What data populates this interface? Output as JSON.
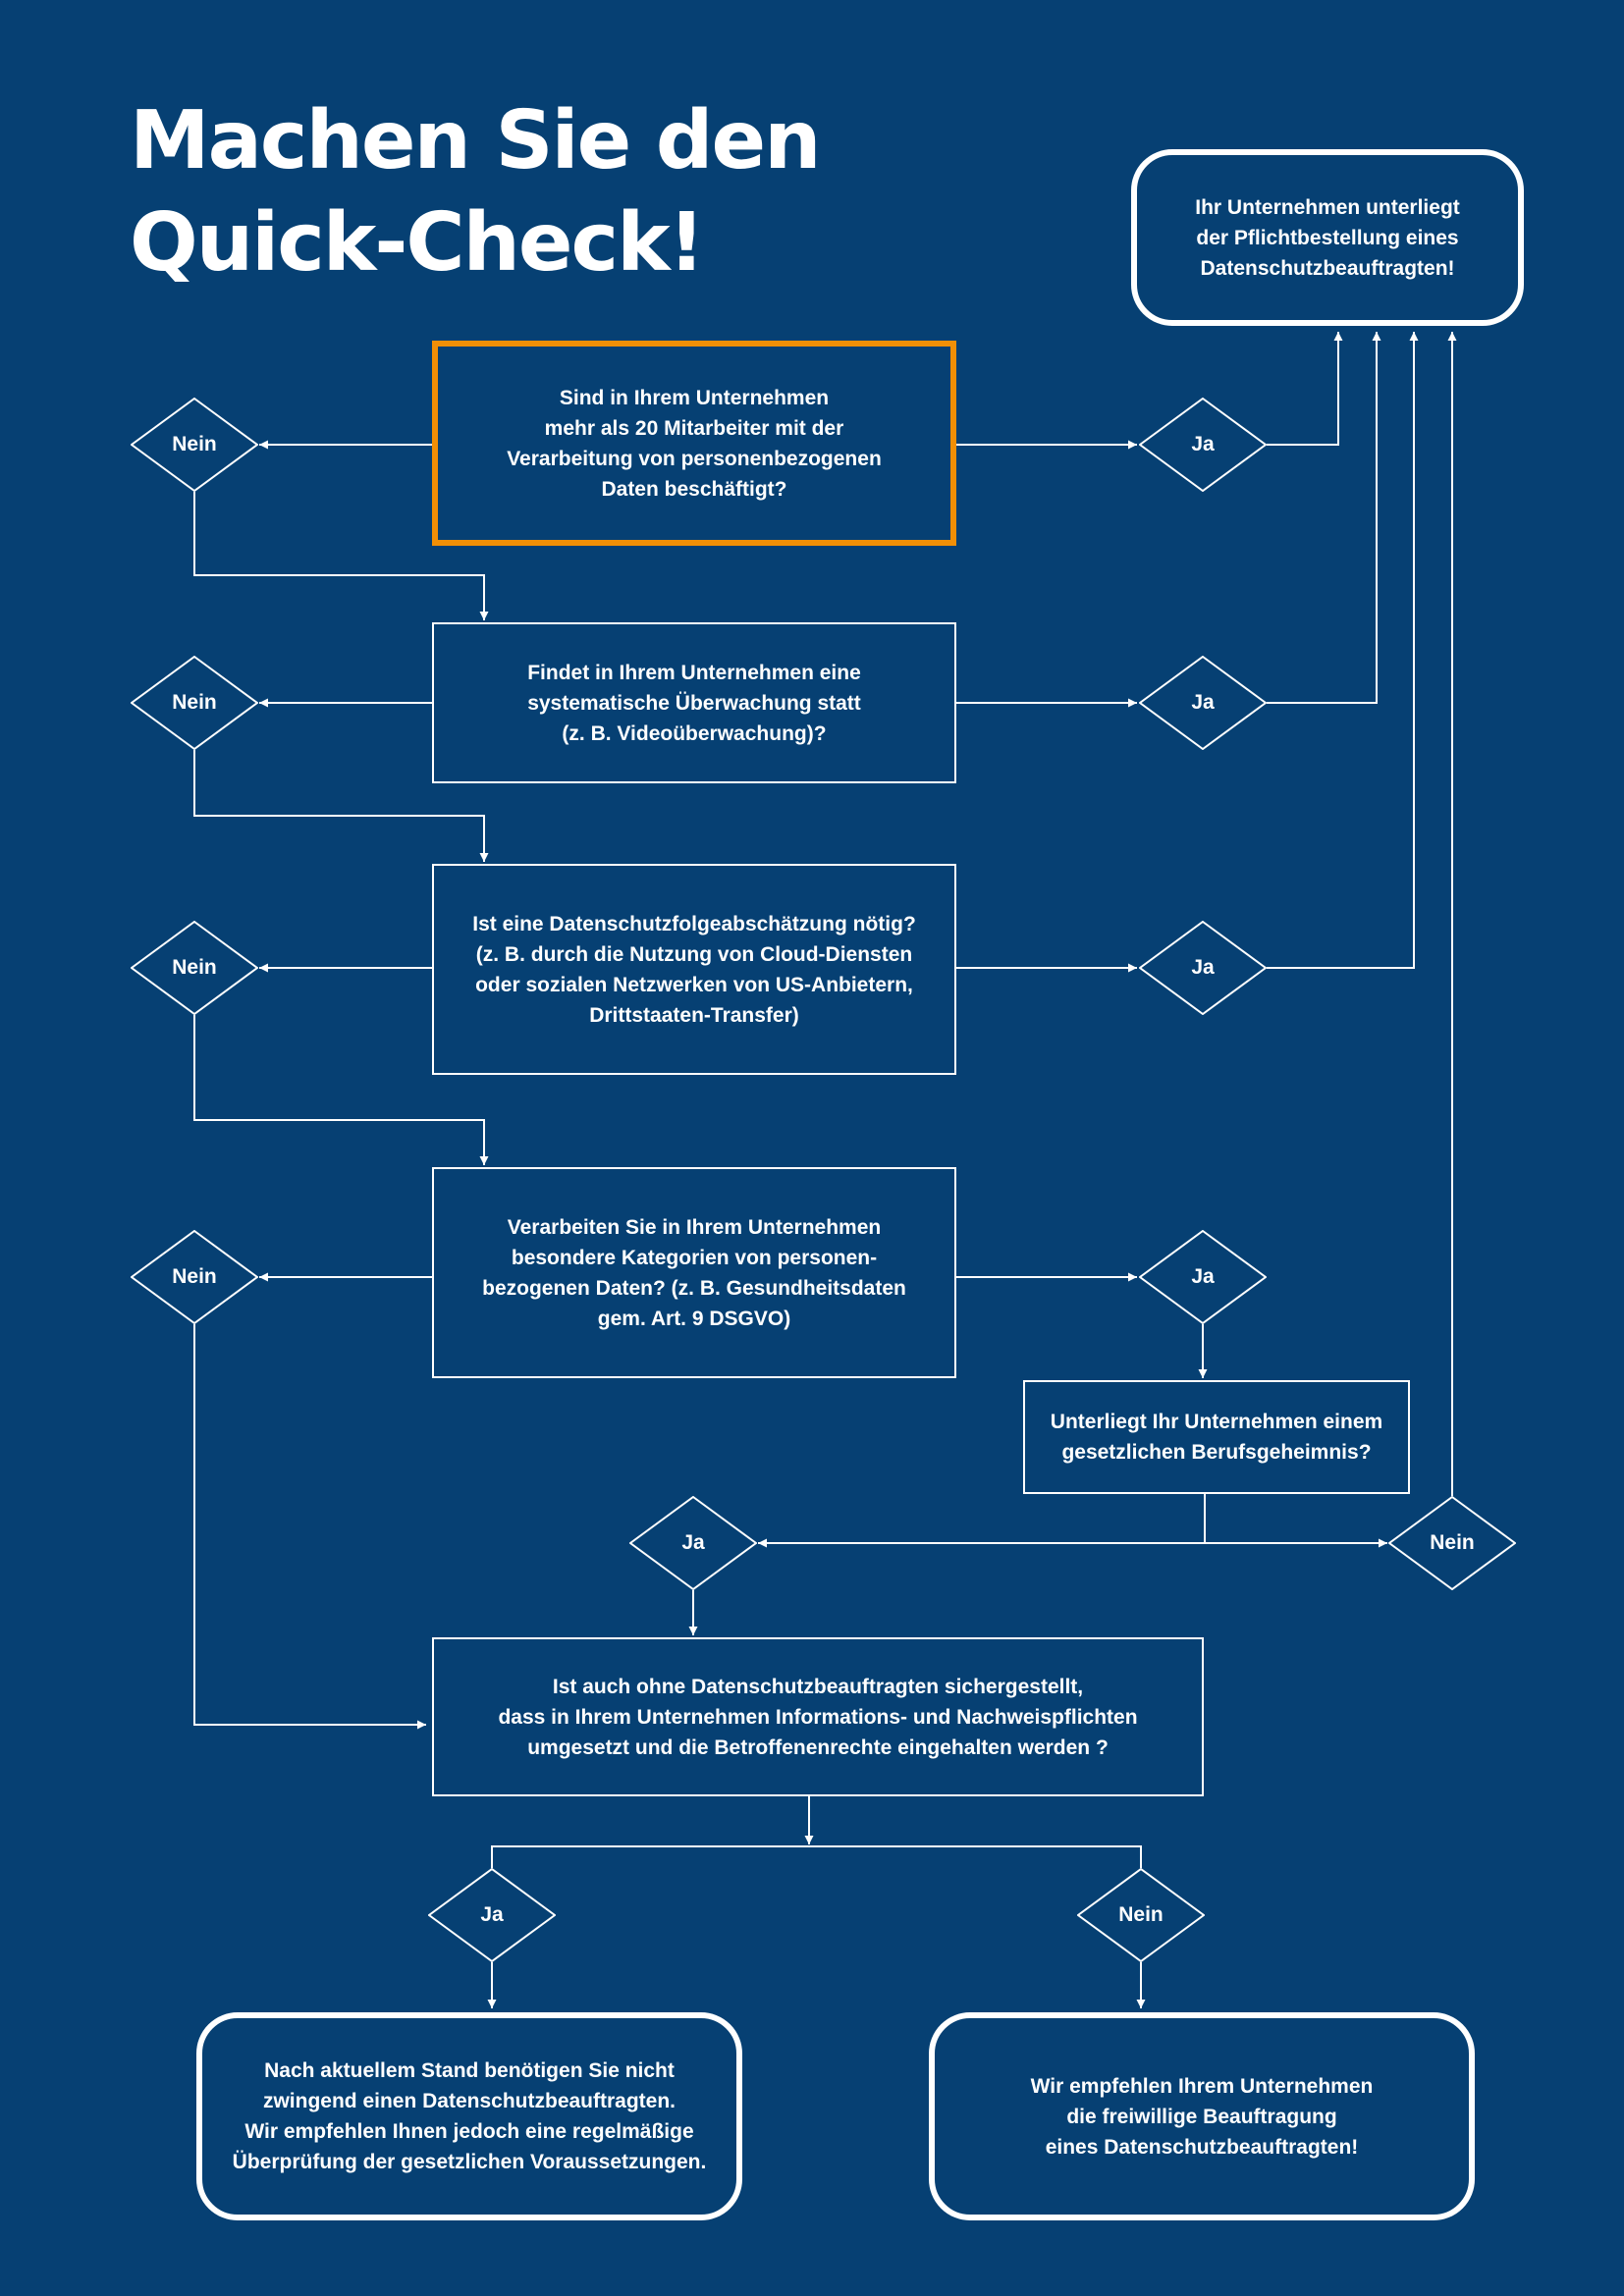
{
  "title": {
    "line1": "Machen Sie den",
    "line2": "Quick-Check!"
  },
  "result_top": "Ihr Unternehmen unterliegt\nder Pflichtbestellung eines\nDatenschutzbeauftragten!",
  "questions": [
    "Sind in Ihrem Unternehmen\nmehr als 20 Mitarbeiter mit der\nVerarbeitung von personenbezogenen\nDaten beschäftigt?",
    "Findet in Ihrem Unternehmen eine\nsystematische Überwachung statt\n(z. B. Videoüberwachung)?",
    "Ist eine Datenschutzfolgeabschätzung nötig?\n(z. B. durch die Nutzung von Cloud-Diensten\noder sozialen Netzwerken von US-Anbietern,\nDrittstaaten-Transfer)",
    "Verarbeiten Sie in Ihrem Unternehmen\nbesondere Kategorien von personen-\nbezogenen Daten? (z. B. Gesundheitsdaten\ngem. Art. 9 DSGVO)",
    "Unterliegt Ihr Unternehmen einem\ngesetzlichen Berufsgeheimnis?",
    "Ist auch ohne Datenschutzbeauftragten sichergestellt,\ndass in Ihrem Unternehmen Informations- und Nachweispflichten\numgesetzt und die Betroffenenrechte eingehalten werden ?"
  ],
  "labels": {
    "yes": "Ja",
    "no": "Nein"
  },
  "result_no_dpo": "Nach aktuellem Stand benötigen Sie nicht\nzwingend einen Datenschutzbeauftragten.\nWir empfehlen Ihnen jedoch eine regelmäßige\nÜberprüfung der gesetzlichen Voraussetzungen.",
  "result_recommend": "Wir empfehlen Ihrem Unternehmen\ndie freiwillige Beauftragung\neines Datenschutzbeauftragten!",
  "colors": {
    "background": "#064073",
    "highlight": "#f18f06",
    "line": "#ffffff"
  }
}
